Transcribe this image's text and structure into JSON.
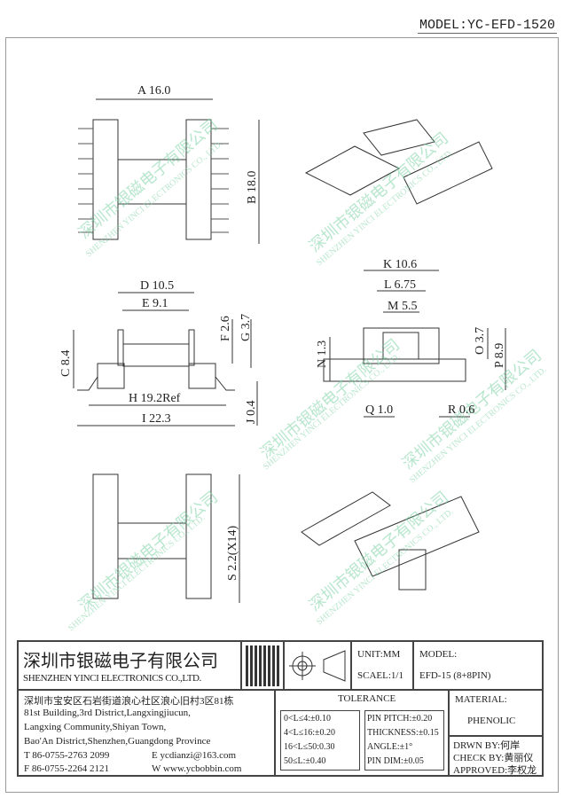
{
  "model_header": "MODEL:YC-EFD-1520",
  "dims": {
    "A": "A 16.0",
    "B": "B 18.0",
    "C": "C 8.4",
    "D": "D 10.5",
    "E": "E 9.1",
    "F": "F 2.6",
    "G": "G 3.7",
    "H": "H 19.2Ref",
    "I": "I 22.3",
    "J": "J 0.4",
    "K": "K 10.6",
    "L": "L 6.75",
    "M": "M 5.5",
    "N": "N 1.3",
    "O": "O 3.7",
    "P": "P 8.9",
    "Q": "Q 1.0",
    "R": "R 0.6",
    "S": "S 2.2(X14)"
  },
  "watermark": {
    "cn": "深圳市银磁电子有限公司",
    "en": "SHENZHEN YINCI ELECTRONICS CO., LTD."
  },
  "titleblock": {
    "company_cn": "深圳市银磁电子有限公司",
    "company_en": "SHENZHEN YINCI ELECTRONICS CO.,LTD.",
    "unit": "UNIT:MM",
    "scale": "SCAEL:1/1",
    "model_label": "MODEL:",
    "model_value": "EFD-15 (8+8PIN)",
    "address": [
      "深圳市宝安区石岩街道浪心社区浪心旧村3区81栋",
      "81st Building,3rd District,Langxingjiucun,",
      "Langxing Community,Shiyan Town,",
      "Bao'An District,Shenzhen,Guangdong Province"
    ],
    "tel": "T 86-0755-2763 2099",
    "email": "E ycdianzi@163.com",
    "fax": "F 86-0755-2264 2121",
    "web": "W www.ycbobbin.com",
    "tolerance_title": "TOLERANCE",
    "tol_left": [
      "0<L≤4:±0.10",
      "4<L≤16:±0.20",
      "16<L≤50:0.30",
      "50≤L:±0.40"
    ],
    "tol_right": [
      "PIN PITCH:±0.20",
      "THICKNESS:±0.15",
      "ANGLE:±1°",
      "PIN DIM:±0.05"
    ],
    "material_label": "MATERIAL:",
    "material_value": "PHENOLIC",
    "drawn": "DRWN BY:何岸",
    "check": "CHECK BY:黄丽仪",
    "approved": "APPROVED:李权龙"
  }
}
